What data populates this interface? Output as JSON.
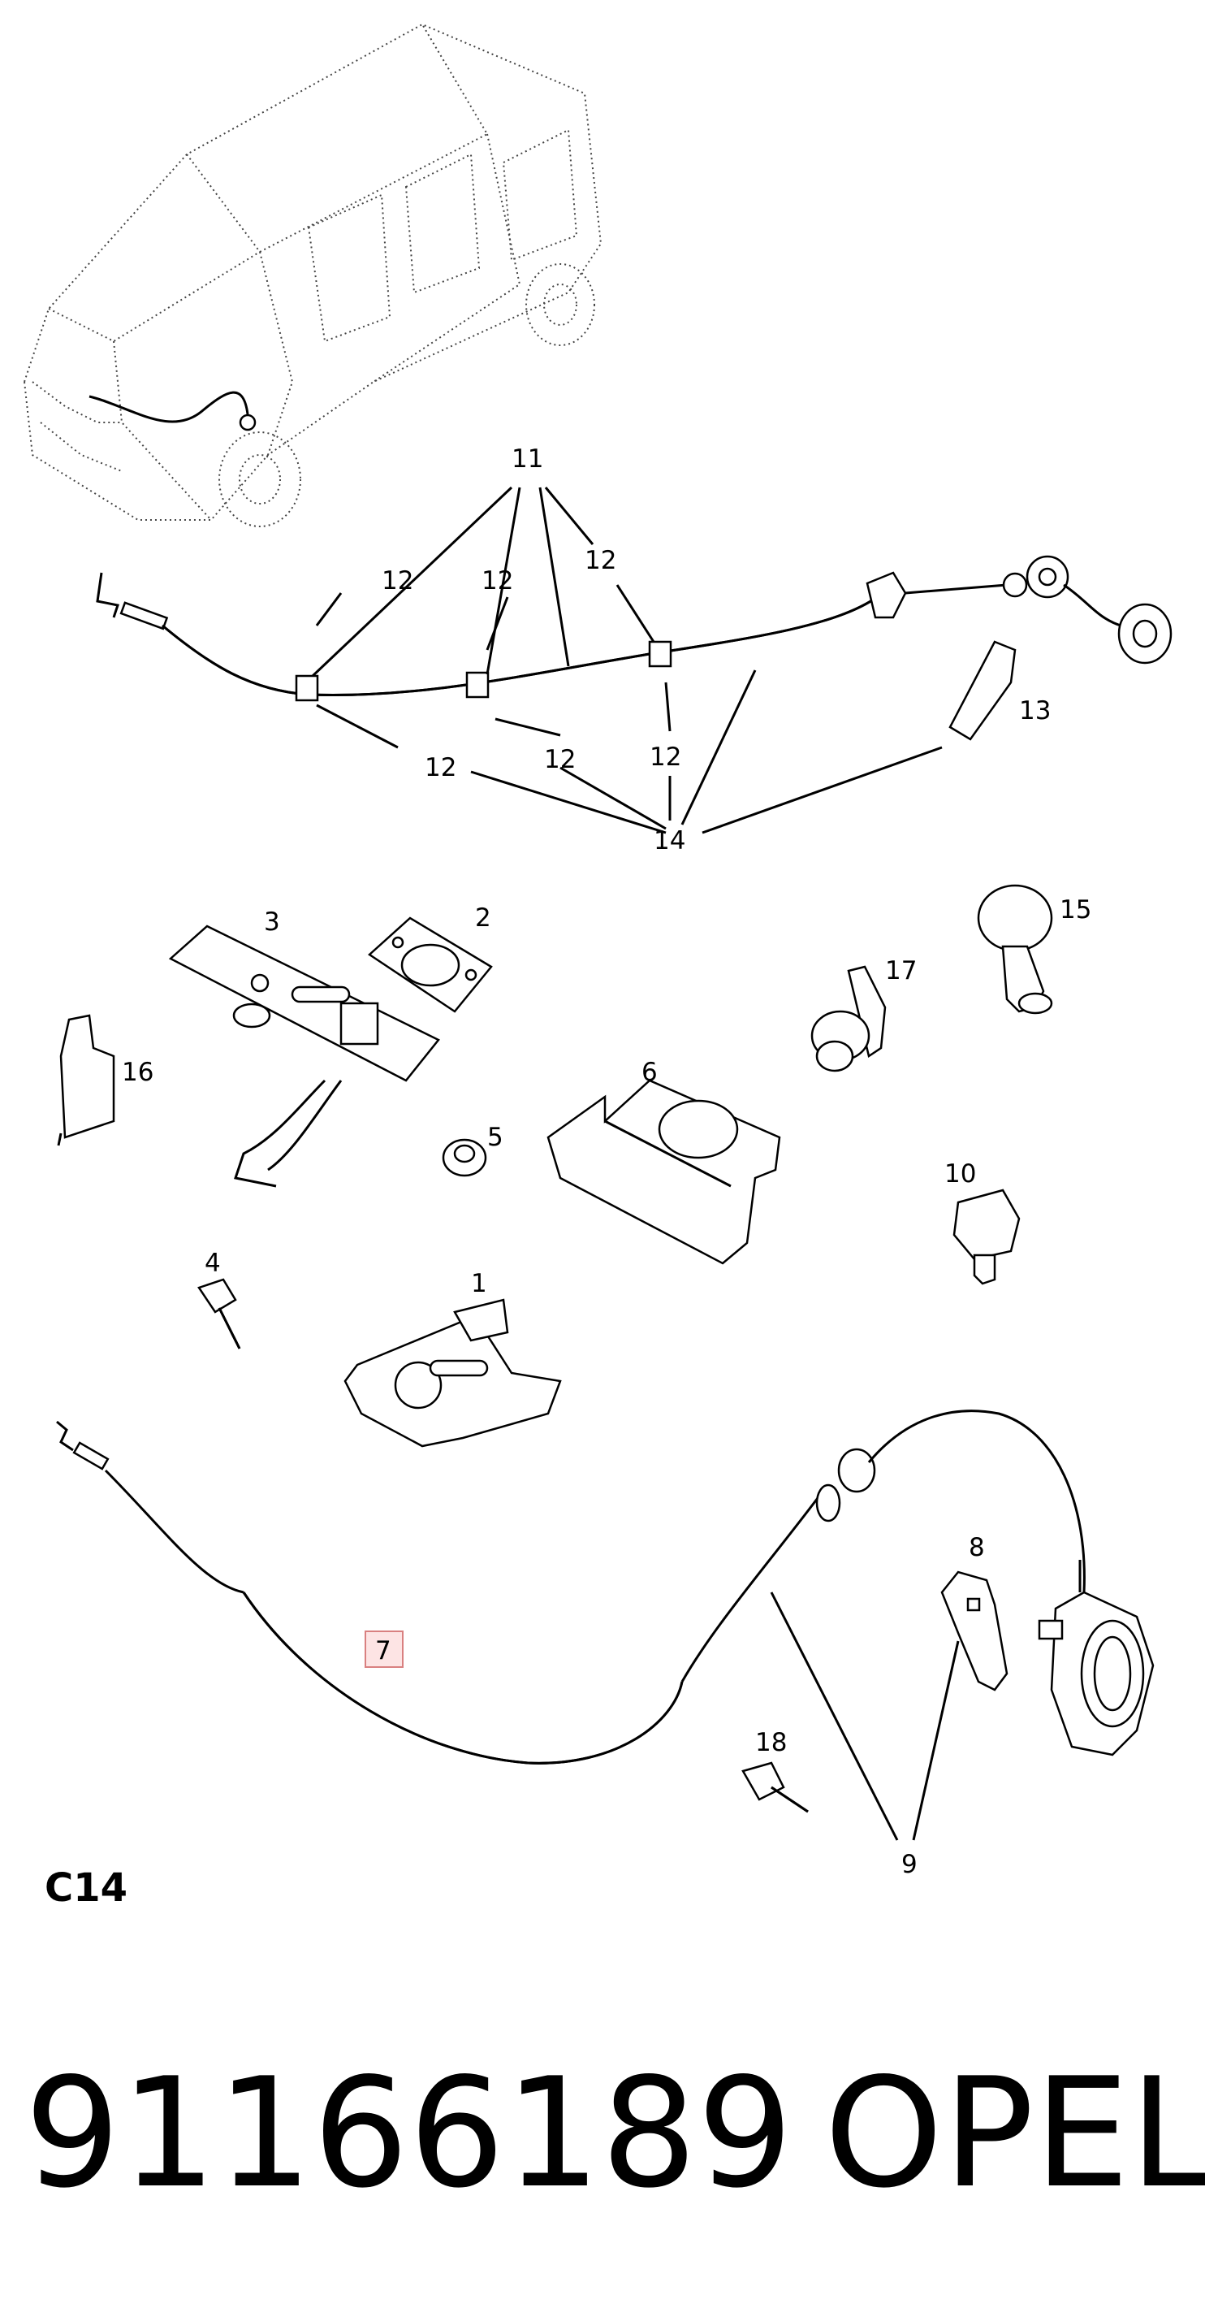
{
  "diagram": {
    "section_code": "C14",
    "part_number": "91166189",
    "brand": "OPEL",
    "highlighted_callout": "7",
    "callouts": {
      "c1": "1",
      "c2": "2",
      "c3": "3",
      "c4": "4",
      "c5": "5",
      "c6": "6",
      "c7": "7",
      "c8": "8",
      "c9": "9",
      "c10": "10",
      "c11": "11",
      "c12a": "12",
      "c12b": "12",
      "c12c": "12",
      "c12d": "12",
      "c12e": "12",
      "c12f": "12",
      "c13": "13",
      "c14": "14",
      "c15": "15",
      "c16": "16",
      "c17": "17",
      "c18": "18"
    }
  }
}
